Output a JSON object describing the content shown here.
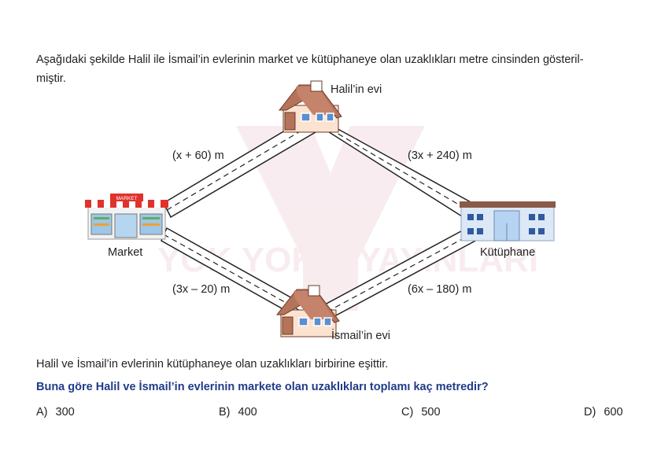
{
  "intro": {
    "line1": "Aşağıdaki şekilde Halil ile İsmail’in evlerinin market ve kütüphaneye olan uzaklıkları metre cinsinden gösteril-",
    "line2": "miştir."
  },
  "diagram": {
    "halil_house_label": "Halil’in evi",
    "ismail_house_label": "İsmail’in evi",
    "market_label": "Market",
    "market_sign": "MARKET",
    "library_label": "Kütüphane",
    "road_market_halil": "(x + 60) m",
    "road_halil_library": "(3x + 240) m",
    "road_market_ismail": "(3x – 20) m",
    "road_ismail_library": "(6x – 180) m",
    "watermark_left": "YOK YOK",
    "watermark_right": "YAYINLARI",
    "colors": {
      "roof": "#b5735a",
      "wall": "#fbe3cf",
      "market_awning": "#e0322b",
      "library_roof": "#8a5a48",
      "library_wall": "#dce8f6",
      "watermark": "#f3dde3"
    }
  },
  "given_text": "Halil ve İsmail’in evlerinin kütüphaneye olan uzaklıkları birbirine eşittir.",
  "question_text": "Buna göre Halil ve İsmail’in evlerinin markete olan uzaklıkları toplamı kaç metredir?",
  "options": [
    {
      "letter": "A)",
      "value": "300"
    },
    {
      "letter": "B)",
      "value": "400"
    },
    {
      "letter": "C)",
      "value": "500"
    },
    {
      "letter": "D)",
      "value": "600"
    }
  ]
}
